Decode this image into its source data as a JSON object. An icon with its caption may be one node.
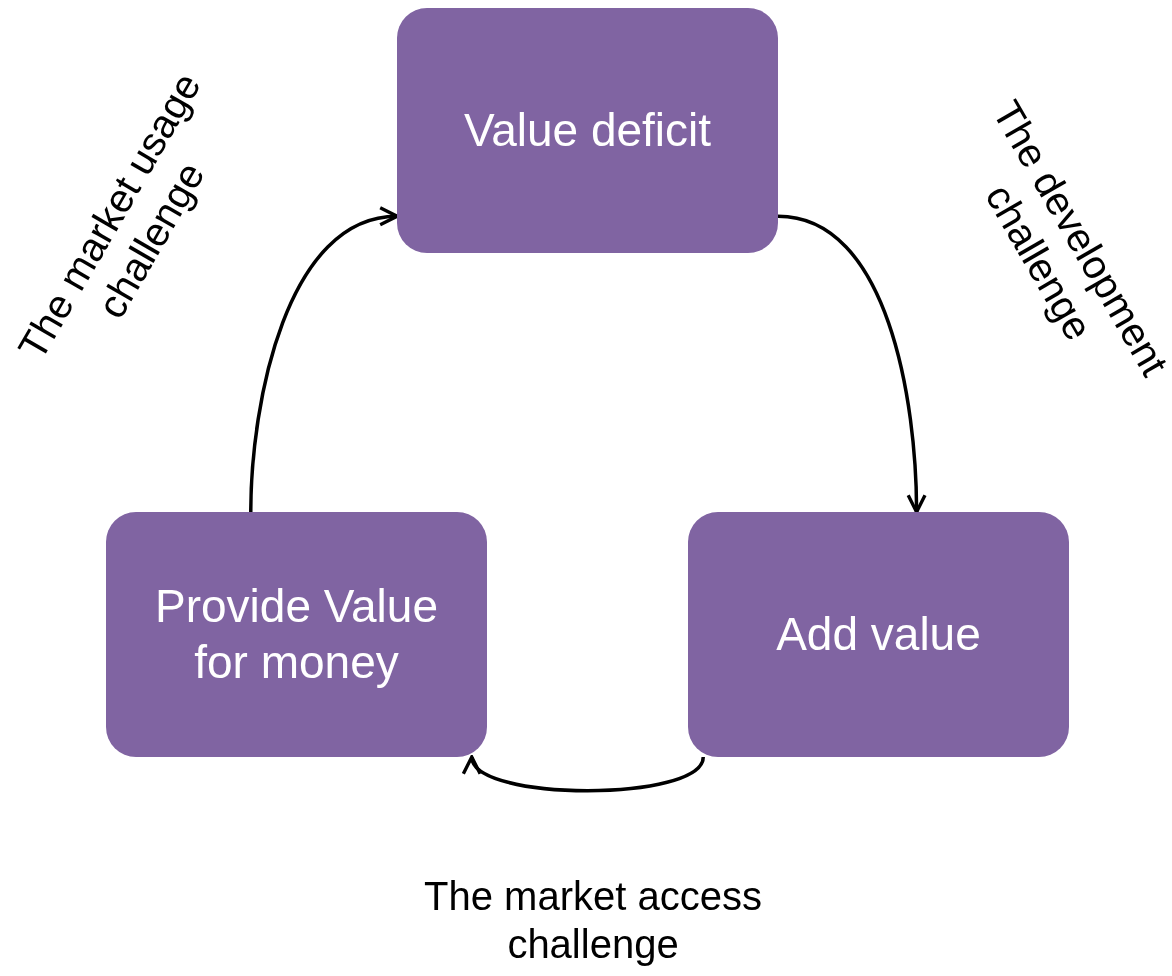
{
  "diagram": {
    "nodes": [
      {
        "text": [
          "Value deficit"
        ]
      },
      {
        "text": [
          "Add value"
        ]
      },
      {
        "text": [
          "Provide Value for money"
        ]
      }
    ],
    "edges": [
      {
        "from": 0,
        "to": 1,
        "arrow": "to",
        "label": "The development challenge"
      },
      {
        "from": 1,
        "to": 2,
        "arrow": "to",
        "label": "The market access challenge"
      },
      {
        "from": 2,
        "to": 0,
        "arrow": "to",
        "label": "The market usage challenge"
      }
    ]
  }
}
